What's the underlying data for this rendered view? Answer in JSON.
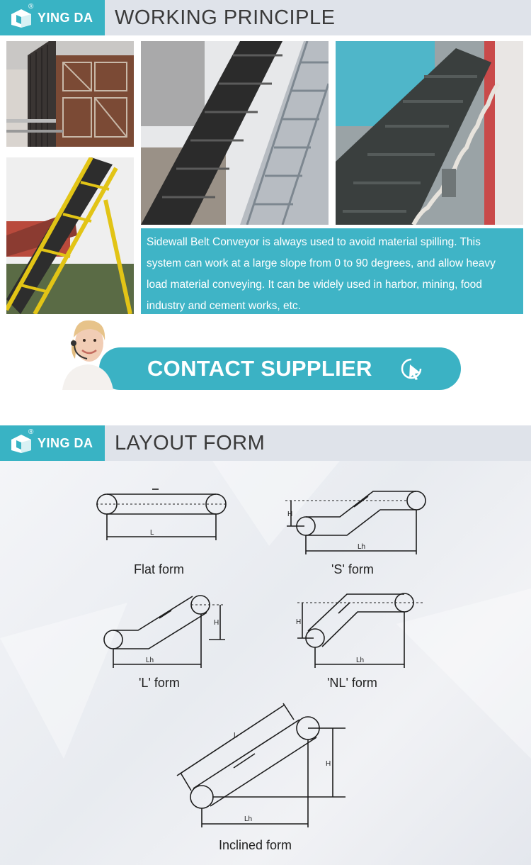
{
  "brand": {
    "name": "YING DA",
    "reg": "®"
  },
  "sections": {
    "working": {
      "title": "WORKING PRINCIPLE"
    },
    "layout": {
      "title": "LAYOUT FORM"
    }
  },
  "description": "Sidewall Belt Conveyor is always used to avoid material spilling. This system  can work at a large slope from 0 to 90 degrees, and allow heavy load material conveying. It can be widely used in harbor, mining, food industry and cement works, etc.",
  "contact": {
    "label": "CONTACT SUPPLIER",
    "icon": "cursor-click-icon"
  },
  "forms": {
    "flat": "Flat form",
    "s": "'S' form",
    "l": "'L' form",
    "nl": "'NL' form",
    "inclined": "Inclined form"
  },
  "dims": {
    "length": "L",
    "height": "H",
    "horizontal": "Lh"
  },
  "colors": {
    "accent": "#39b3c4",
    "header_bg": "#dfe3ea"
  }
}
